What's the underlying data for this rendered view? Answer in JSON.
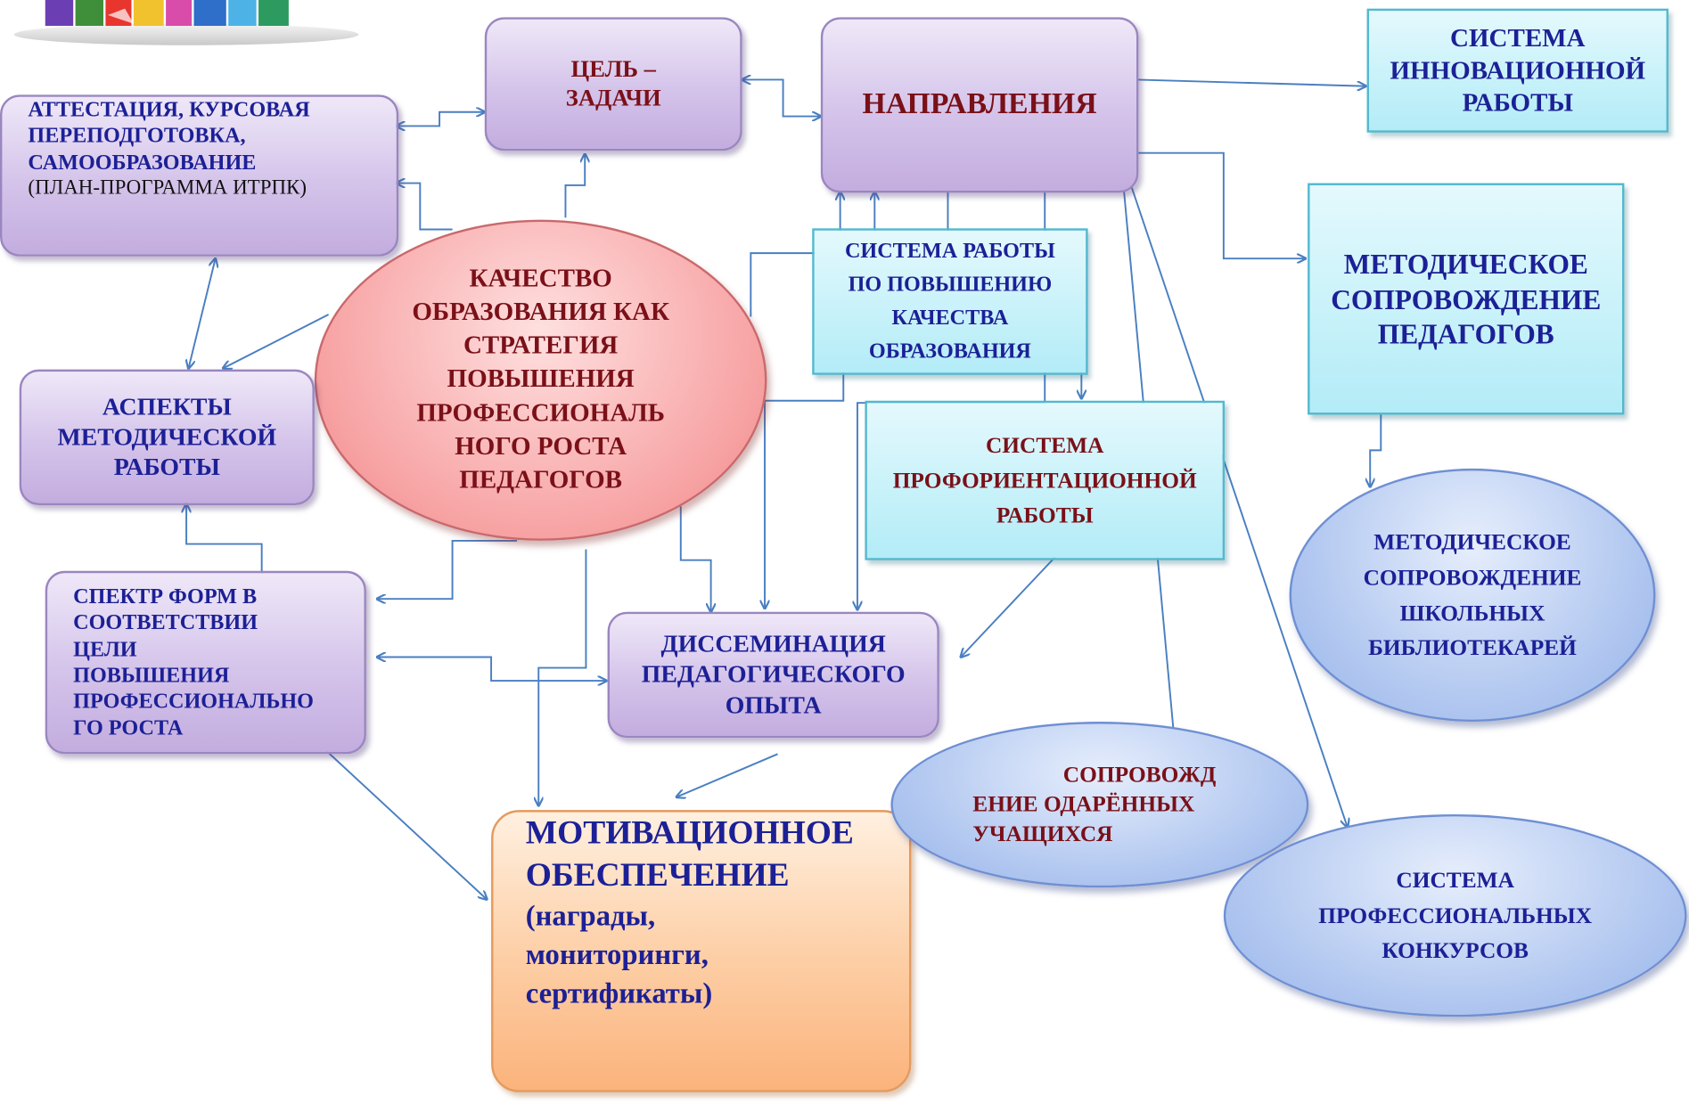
{
  "nodes": {
    "center": "КАЧЕСТВО\nОБРАЗОВАНИЯ КАК\nСТРАТЕГИЯ\nПОВЫШЕНИЯ\nПРОФЕССИОНАЛЬ\nНОГО РОСТА\nПЕДАГОГОВ",
    "goal": "ЦЕЛЬ –\nЗАДАЧИ",
    "directions": "НАПРАВЛЕНИЯ",
    "attestation": "Аттестация, курсовая\nпереподготовка,\nсамообразование",
    "attestation_sub": "(план-программа ИТРПК)",
    "aspects": "АСПЕКТЫ\nМЕТОДИЧЕСКОЙ\nРАБОТЫ",
    "forms": "СПЕКТР ФОРМ В\nСООТВЕТСТВИИ\nЦЕЛИ\nПОВЫШЕНИЯ\nПРОФЕССИОНАЛЬНО\nГО РОСТА",
    "dissemination": "ДИССЕМИНАЦИЯ\nПЕДАГОГИЧЕСКОГО\nОПЫТА",
    "motivation_title": "МОТИВАЦИОННОЕ\nОБЕСПЕЧЕНИЕ",
    "motivation_sub": "(награды,\nмониторинги,\nсертификаты)",
    "quality_system": "Система работы\nпо повышению\nкачества\nобразования",
    "career_system": "Система\nпрофориентационной\nработы",
    "innovation_system": "Система\nинновационной\nработы",
    "methodical_support": "МЕТОДИЧЕСКОЕ\nСОПРОВОЖДЕНИЕ\nПЕДАГОГОВ",
    "librarians": "Методическое\nсопровождение\nшкольных\nбиблиотекарей",
    "gifted": "                сопровожд\nение одарённых\nучащихся",
    "contests": "Система\nпрофессиональных\nконкурсов"
  },
  "colors": {
    "navy_text": "#1c2096",
    "maroon_text": "#7a1018",
    "connector": "#4a7fc1",
    "lavender_box": "#d4c3ea",
    "cyan_box": "#b3ecf7",
    "blue_ellipse": "#a9c1ee",
    "pink_ellipse": "#f7a2a3",
    "orange_box": "#fdd0a8"
  },
  "icons": [
    "books-logo-icon"
  ]
}
